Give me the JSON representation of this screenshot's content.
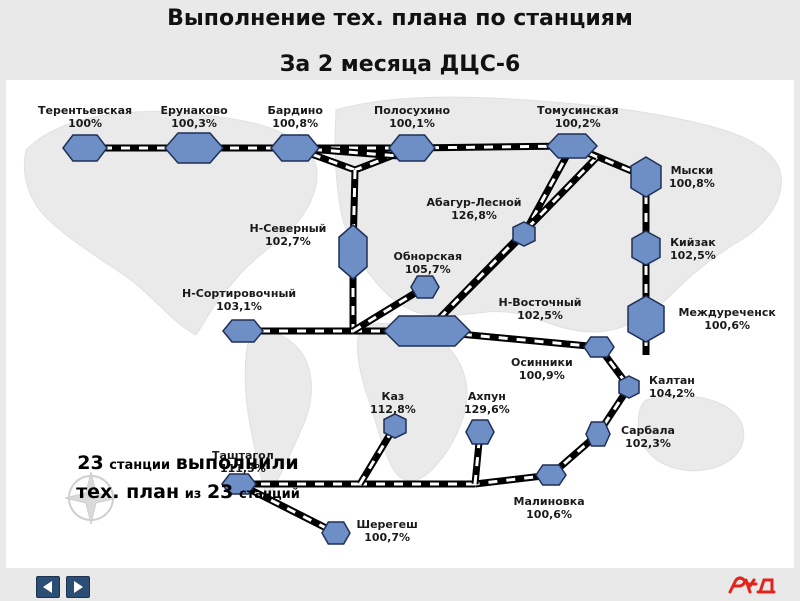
{
  "title": {
    "line1": "Выполнение тех. плана по станциям",
    "line2": "За 2 месяца ДЦС-6"
  },
  "stations": {
    "terentyevskaya": {
      "name": "Терентьевская",
      "value": "100%"
    },
    "erunakovo": {
      "name": "Ерунаково",
      "value": "100,3%"
    },
    "bardino": {
      "name": "Бардино",
      "value": "100,8%"
    },
    "polosukhino": {
      "name": "Полосухино",
      "value": "100,1%"
    },
    "tomusinskaya": {
      "name": "Томусинская",
      "value": "100,2%"
    },
    "myski": {
      "name": "Мыски",
      "value": "100,8%"
    },
    "kiyzak": {
      "name": "Кийзак",
      "value": "102,5%"
    },
    "mezhdurechensk": {
      "name": "Междуреченск",
      "value": "100,6%"
    },
    "abagur": {
      "name": "Абагур-Лесной",
      "value": "126,8%"
    },
    "n_severny": {
      "name": "Н-Северный",
      "value": "102,7%"
    },
    "obnorskaya": {
      "name": "Обнорская",
      "value": "105,7%"
    },
    "n_sortirovochny": {
      "name": "Н-Сортировочный",
      "value": "103,1%"
    },
    "n_vostochny": {
      "name": "Н-Восточный",
      "value": "102,5%"
    },
    "osinniki": {
      "name": "Осинники",
      "value": "100,9%"
    },
    "kaltan": {
      "name": "Калтан",
      "value": "104,2%"
    },
    "sarbala": {
      "name": "Сарбала",
      "value": "102,3%"
    },
    "malinovka": {
      "name": "Малиновка",
      "value": "100,6%"
    },
    "kaz": {
      "name": "Каз",
      "value": "112,8%"
    },
    "akhpun": {
      "name": "Ахпун",
      "value": "129,6%"
    },
    "tashtagol": {
      "name": "Таштагол",
      "value": "111,3%"
    },
    "sheregesh": {
      "name": "Шерегеш",
      "value": "100,7%"
    }
  },
  "summary": {
    "count_done": "23",
    "word_stations": "станции",
    "word_completed": "выполнили",
    "word_plan": "тех. план",
    "word_from": "из",
    "count_total": "23",
    "word_of_stations": "станций"
  },
  "logo": {
    "text": "РЖД",
    "color": "#e2231a"
  },
  "colors": {
    "station_fill": "#6d8fc6",
    "station_stroke": "#1f2f55",
    "track": "#000000"
  },
  "icons": {
    "prev": "triangle-left-icon",
    "next": "triangle-right-icon"
  }
}
